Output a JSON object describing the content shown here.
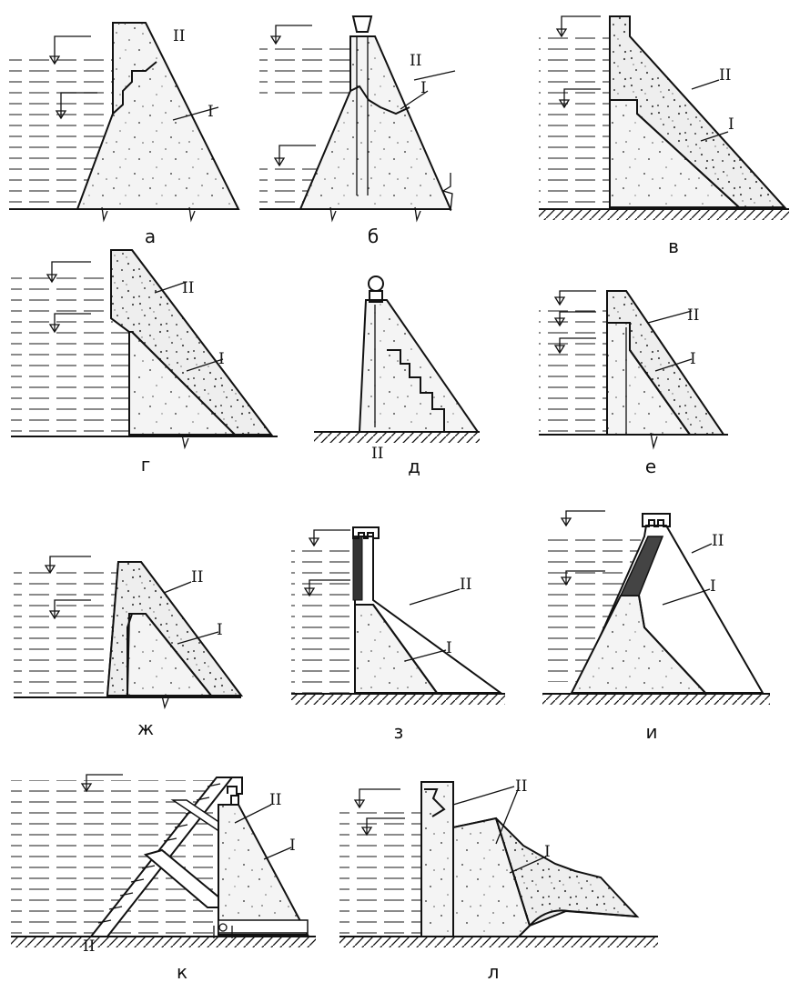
{
  "panels": [
    {
      "id": "a",
      "caption": "а",
      "zones": [
        "I",
        "II"
      ]
    },
    {
      "id": "b",
      "caption": "б",
      "zones": [
        "I",
        "II"
      ]
    },
    {
      "id": "v",
      "caption": "в",
      "zones": [
        "I",
        "II"
      ]
    },
    {
      "id": "g",
      "caption": "г",
      "zones": [
        "I",
        "II"
      ]
    },
    {
      "id": "d",
      "caption": "д",
      "zones": [
        "II"
      ],
      "extra_label": "II"
    },
    {
      "id": "e",
      "caption": "е",
      "zones": [
        "I",
        "II"
      ]
    },
    {
      "id": "zh",
      "caption": "ж",
      "zones": [
        "I",
        "II"
      ]
    },
    {
      "id": "z",
      "caption": "з",
      "zones": [
        "I",
        "II"
      ]
    },
    {
      "id": "i",
      "caption": "и",
      "zones": [
        "I",
        "II"
      ]
    },
    {
      "id": "k",
      "caption": "к",
      "zones": [
        "I",
        "II"
      ],
      "extra_label": "II"
    },
    {
      "id": "l",
      "caption": "л",
      "zones": [
        "I",
        "II"
      ]
    }
  ],
  "zone_labels": {
    "I": "I",
    "II": "II"
  }
}
